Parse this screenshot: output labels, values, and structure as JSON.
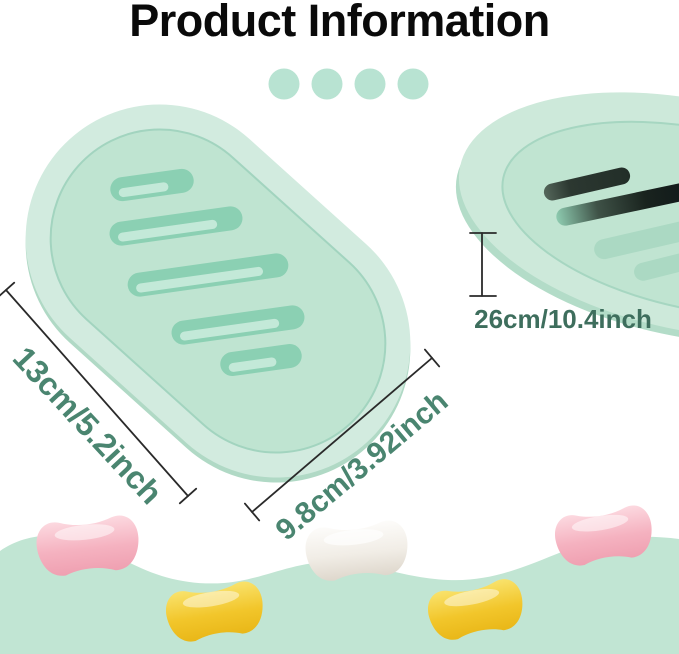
{
  "title": "Product Information",
  "dimensions": {
    "width": "13cm/5.2inch",
    "depth": "9.8cm/3.92inch",
    "length": "26cm/10.4inch"
  },
  "colors": {
    "title_text": "#0a0a0a",
    "label_green": "#4a8570",
    "label_green_dark": "#3e6e5d",
    "dimension_line": "#2a2a2a",
    "dot_mint": "#b8e3d2",
    "dish_rim": "#d2ebdf",
    "dish_recess": "#bfe4d1",
    "dish_slot": "#8bd0b3",
    "side_dish_rim": "#cde9da",
    "side_dish_recess": "#c0e4d1",
    "wave_mint": "#c1e5d3",
    "soap_pink": "#f5b0be",
    "soap_yellow": "#f2c62b",
    "soap_white": "#f1ede6"
  }
}
